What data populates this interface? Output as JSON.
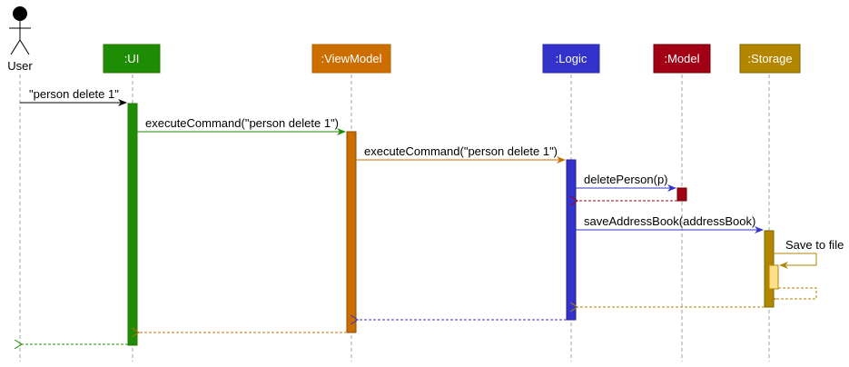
{
  "actor": {
    "label": "User"
  },
  "participants": [
    {
      "id": "ui",
      "label": ":UI",
      "fill": "#1e8c05",
      "stroke": "#2d7600"
    },
    {
      "id": "viewmodel",
      "label": ":ViewModel",
      "fill": "#cc6d00",
      "stroke": "#b46504"
    },
    {
      "id": "logic",
      "label": ":Logic",
      "fill": "#3333cc",
      "stroke": "#2a2aa0"
    },
    {
      "id": "model",
      "label": ":Model",
      "fill": "#a20014",
      "stroke": "#6f0000"
    },
    {
      "id": "storage",
      "label": ":Storage",
      "fill": "#b38600",
      "stroke": "#7a6400"
    }
  ],
  "messages": [
    {
      "label": "\"person delete 1\"",
      "color": "#000000"
    },
    {
      "label": "executeCommand(\"person delete 1\")",
      "color": "#1e8c05"
    },
    {
      "label": "executeCommand(\"person delete 1\")",
      "color": "#cc6d00"
    },
    {
      "label": "deletePerson(p)",
      "color": "#3333cc"
    },
    {
      "label": "",
      "color": "#a20014"
    },
    {
      "label": "saveAddressBook(addressBook)",
      "color": "#3333cc"
    },
    {
      "label": "Save to file",
      "color": "#b38600"
    },
    {
      "label": "",
      "color": "#b38600"
    },
    {
      "label": "",
      "color": "#b38600"
    },
    {
      "label": "",
      "color": "#3333cc"
    },
    {
      "label": "",
      "color": "#cc6d00"
    },
    {
      "label": "",
      "color": "#1e8c05"
    }
  ],
  "colors": {
    "lifeline": "#a0a0a0",
    "self_activation": "#ffe08a"
  }
}
